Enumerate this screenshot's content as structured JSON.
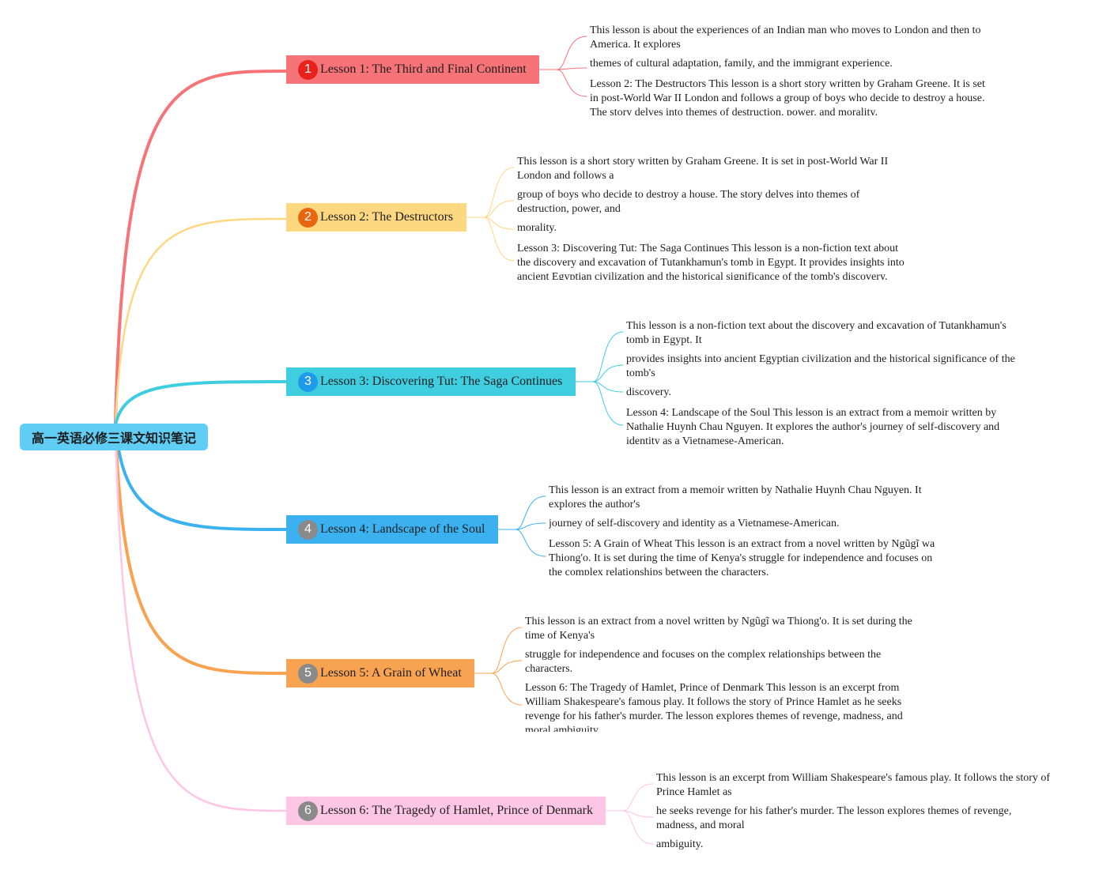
{
  "root": {
    "title": "高一英语必修三课文知识笔记"
  },
  "topics": [
    {
      "number": "1",
      "label": "Lesson 1: The Third and Final Continent",
      "color": "#f67378",
      "badge_color": "#e8211b",
      "details": [
        "This lesson is about the experiences of an Indian man who moves to London and then to America. It explores",
        "themes of cultural adaptation, family, and the immigrant experience.",
        "Lesson 2: The Destructors This lesson is a short story written by Graham Greene. It is set in post-World War II London and follows a group of boys who decide to destroy a house. The story delves into themes of destruction, power, and morality."
      ]
    },
    {
      "number": "2",
      "label": "Lesson 2: The Destructors",
      "color": "#fdd880",
      "badge_color": "#e9650f",
      "details": [
        "This lesson is a short story written by Graham Greene. It is set in post-World War II London and follows a",
        "group of boys who decide to destroy a house. The story delves into themes of destruction, power, and",
        "morality.",
        "Lesson 3: Discovering Tut: The Saga Continues This lesson is a non-fiction text about the discovery and excavation of Tutankhamun's tomb in Egypt. It provides insights into ancient Egyptian civilization and the historical significance of the tomb's discovery."
      ]
    },
    {
      "number": "3",
      "label": "Lesson 3: Discovering Tut: The Saga Continues",
      "color": "#3fcde0",
      "badge_color": "#1e9ae8",
      "details": [
        "This lesson is a non-fiction text about the discovery and excavation of Tutankhamun's tomb in Egypt. It",
        "provides insights into ancient Egyptian civilization and the historical significance of the tomb's",
        "discovery.",
        "Lesson 4: Landscape of the Soul This lesson is an extract from a memoir written by Nathalie Huynh Chau Nguyen. It explores the author's journey of self-discovery and identity as a Vietnamese-American."
      ]
    },
    {
      "number": "4",
      "label": "Lesson 4: Landscape of the Soul",
      "color": "#3bb2ef",
      "badge_color": "#8a8a8a",
      "details": [
        "This lesson is an extract from a memoir written by Nathalie Huynh Chau Nguyen. It explores the author's",
        "journey of self-discovery and identity as a Vietnamese-American.",
        "Lesson 5: A Grain of Wheat This lesson is an extract from a novel written by Ngũgĩ wa Thiong'o. It is set during the time of Kenya's struggle for independence and focuses on the complex relationships between the characters."
      ]
    },
    {
      "number": "5",
      "label": "Lesson 5: A Grain of Wheat",
      "color": "#f8a352",
      "badge_color": "#8a8a8a",
      "details": [
        "This lesson is an extract from a novel written by Ngũgĩ wa Thiong'o. It is set during the time of Kenya's",
        "struggle for independence and focuses on the complex relationships between the characters.",
        "Lesson 6: The Tragedy of Hamlet, Prince of Denmark This lesson is an excerpt from William Shakespeare's famous play. It follows the story of Prince Hamlet as he seeks revenge for his father's murder. The lesson explores themes of revenge, madness, and moral ambiguity."
      ]
    },
    {
      "number": "6",
      "label": "Lesson 6: The Tragedy of Hamlet, Prince of Denmark",
      "color": "#fdc6e5",
      "badge_color": "#8a8a8a",
      "details": [
        "This lesson is an excerpt from William Shakespeare's famous play. It follows the story of Prince Hamlet as",
        "he seeks revenge for his father's murder. The lesson explores themes of revenge, madness, and moral",
        "ambiguity."
      ]
    }
  ]
}
